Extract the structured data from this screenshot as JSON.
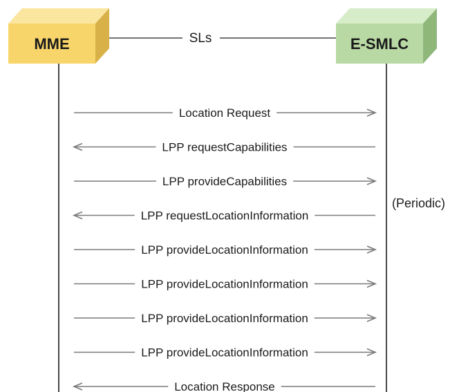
{
  "nodes": {
    "left": {
      "label": "MME",
      "face": "#f8d56a",
      "top": "#fbe6a0",
      "side": "#d8b148"
    },
    "right": {
      "label": "E-SMLC",
      "face": "#b9d9a4",
      "top": "#d7ecc8",
      "side": "#8fb77a"
    }
  },
  "interface_label": "SLs",
  "note": "(Periodic)",
  "messages": [
    {
      "label": "Location Request",
      "direction": "right"
    },
    {
      "label": "LPP requestCapabilities",
      "direction": "left"
    },
    {
      "label": "LPP provideCapabilities",
      "direction": "right"
    },
    {
      "label": "LPP requestLocationInformation",
      "direction": "left"
    },
    {
      "label": "LPP provideLocationInformation",
      "direction": "right"
    },
    {
      "label": "LPP provideLocationInformation",
      "direction": "right"
    },
    {
      "label": "LPP provideLocationInformation",
      "direction": "right"
    },
    {
      "label": "LPP provideLocationInformation",
      "direction": "right"
    },
    {
      "label": "Location Response",
      "direction": "left"
    }
  ]
}
